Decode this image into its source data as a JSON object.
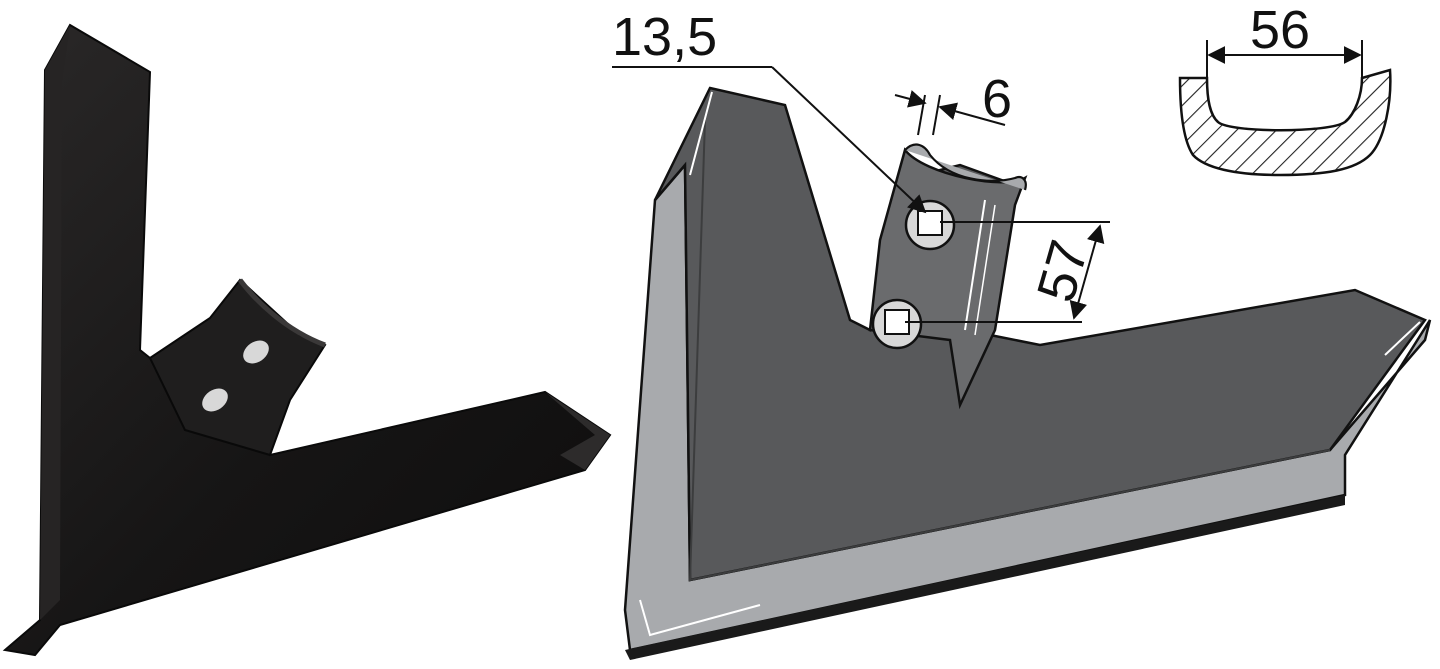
{
  "dimensions": {
    "bolt_hole": "13,5",
    "thickness": "6",
    "hole_spacing": "57",
    "mount_width": "56"
  },
  "colors": {
    "photo_body": "#1b1a1a",
    "drawing_face": "#58595b",
    "drawing_edge": "#a8aaad",
    "outline": "#111111"
  },
  "icons": [
    "share-photo",
    "share-drawing",
    "cross-section"
  ]
}
